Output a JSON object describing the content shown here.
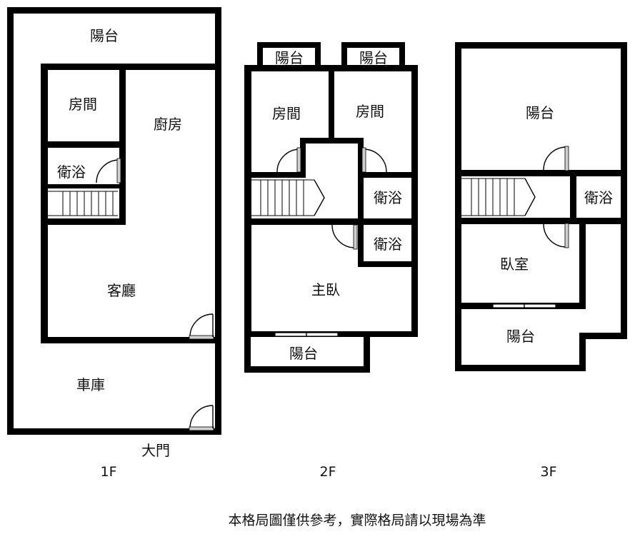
{
  "floors": {
    "f1": {
      "label": "1F",
      "rooms": {
        "balcony": "陽台",
        "bedroom": "房間",
        "kitchen": "廚房",
        "bathroom": "衛浴",
        "living_room": "客廳",
        "garage": "車庫",
        "main_door": "大門"
      }
    },
    "f2": {
      "label": "2F",
      "rooms": {
        "balcony_left": "陽台",
        "balcony_right": "陽台",
        "bedroom_left": "房間",
        "bedroom_right": "房間",
        "bathroom_upper": "衛浴",
        "bathroom_lower": "衛浴",
        "master_bedroom": "主臥",
        "balcony_bottom": "陽台"
      }
    },
    "f3": {
      "label": "3F",
      "rooms": {
        "balcony_top": "陽台",
        "bathroom": "衛浴",
        "bedroom": "臥室",
        "balcony_bottom": "陽台"
      }
    }
  },
  "disclaimer": "本格局圖僅供參考，實際格局請以現場為準"
}
